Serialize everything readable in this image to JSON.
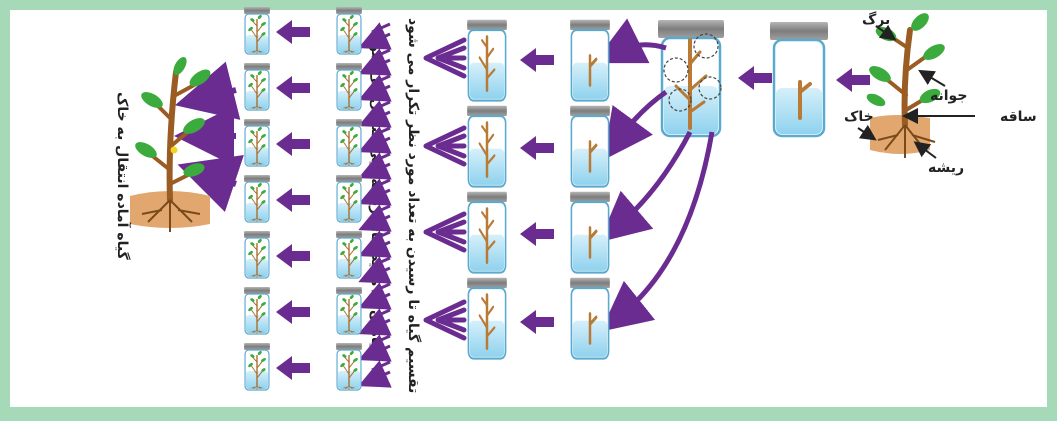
{
  "labels": {
    "leaf": "برگ",
    "bud": "جوانه",
    "stem": "ساقه",
    "soil": "خاک",
    "root": "ریشه",
    "ready_plant": "گیاه آماده انتقال به خاک",
    "transfer_note": "گیاهان به محیط‌های ریشه‌زایی منتقل می شوند.",
    "repeat_note": "تقسیم گیاه تا رسیدن به تعداد مورد نظر تکرار می شود"
  },
  "colors": {
    "outer_background": "#a6d9b8",
    "panel": "#ffffff",
    "arrow": "#6b2c91",
    "medium": "#a9ddf2",
    "leaf": "#3cab3e",
    "stem": "#b97a35",
    "soil": "#e2a76f",
    "lid": "#8a8a8a"
  }
}
